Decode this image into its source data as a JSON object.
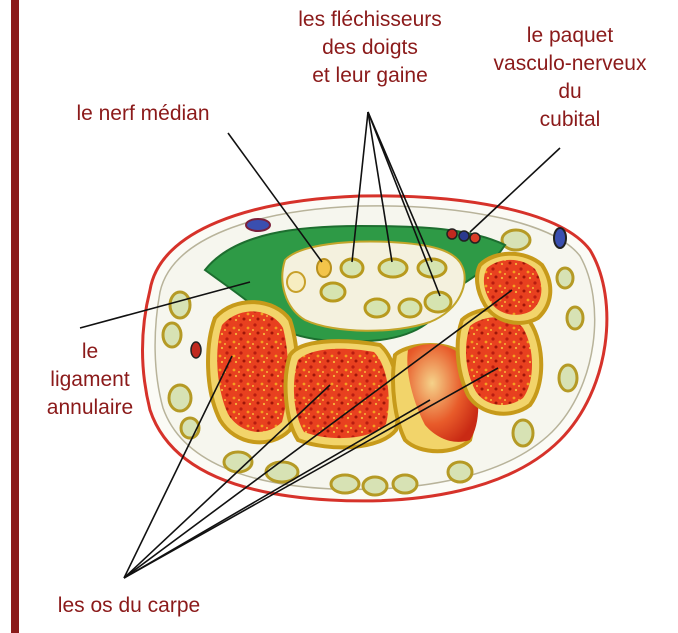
{
  "colors": {
    "accent_bar": "#8b1a1a",
    "label_text": "#8b1a1a",
    "leader_line": "#111111"
  },
  "labels": {
    "flexors": [
      "les fléchisseurs",
      "des doigts",
      "et leur gaine"
    ],
    "ulnar_bundle": [
      "le paquet",
      "vasculo-nerveux",
      "du",
      "cubital"
    ],
    "median_nerve": "le nerf médian",
    "ligament": [
      "le",
      "ligament",
      "annulaire"
    ],
    "carpal_bones": "les os du carpe"
  }
}
